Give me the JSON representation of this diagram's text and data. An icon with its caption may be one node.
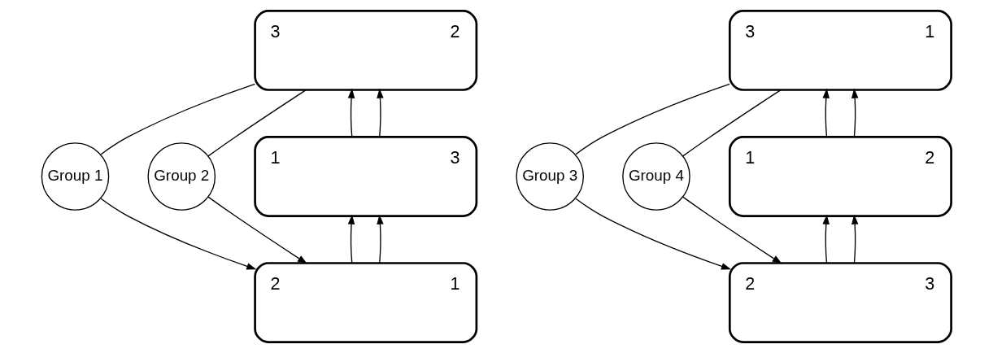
{
  "diagram": {
    "nodes": [
      {
        "text": [
          "3",
          "2"
        ]
      },
      {
        "text": [
          "Group 1"
        ]
      },
      {
        "text": [
          "1",
          "3"
        ]
      },
      {
        "text": [
          "Group 2"
        ]
      },
      {
        "text": [
          "2",
          "1"
        ]
      },
      {
        "text": [
          "3",
          "1"
        ]
      },
      {
        "text": [
          "Group 3"
        ]
      },
      {
        "text": [
          "1",
          "2"
        ]
      },
      {
        "text": [
          "Group 4"
        ]
      },
      {
        "text": [
          "2",
          "3"
        ]
      }
    ],
    "edges": [
      {
        "from": 4,
        "to": 2,
        "arrow": "to"
      },
      {
        "from": 4,
        "to": 2,
        "arrow": "to"
      },
      {
        "from": 2,
        "to": 0,
        "arrow": "to"
      },
      {
        "from": 2,
        "to": 0,
        "arrow": "to"
      },
      {
        "from": 0,
        "to": 1,
        "arrow": "none"
      },
      {
        "from": 1,
        "to": 4,
        "arrow": "to"
      },
      {
        "from": 0,
        "to": 3,
        "arrow": "none"
      },
      {
        "from": 3,
        "to": 4,
        "arrow": "to"
      },
      {
        "from": 9,
        "to": 7,
        "arrow": "to"
      },
      {
        "from": 9,
        "to": 7,
        "arrow": "to"
      },
      {
        "from": 7,
        "to": 5,
        "arrow": "to"
      },
      {
        "from": 7,
        "to": 5,
        "arrow": "to"
      },
      {
        "from": 5,
        "to": 6,
        "arrow": "none"
      },
      {
        "from": 6,
        "to": 9,
        "arrow": "to"
      },
      {
        "from": 5,
        "to": 8,
        "arrow": "none"
      },
      {
        "from": 8,
        "to": 9,
        "arrow": "to"
      }
    ]
  }
}
